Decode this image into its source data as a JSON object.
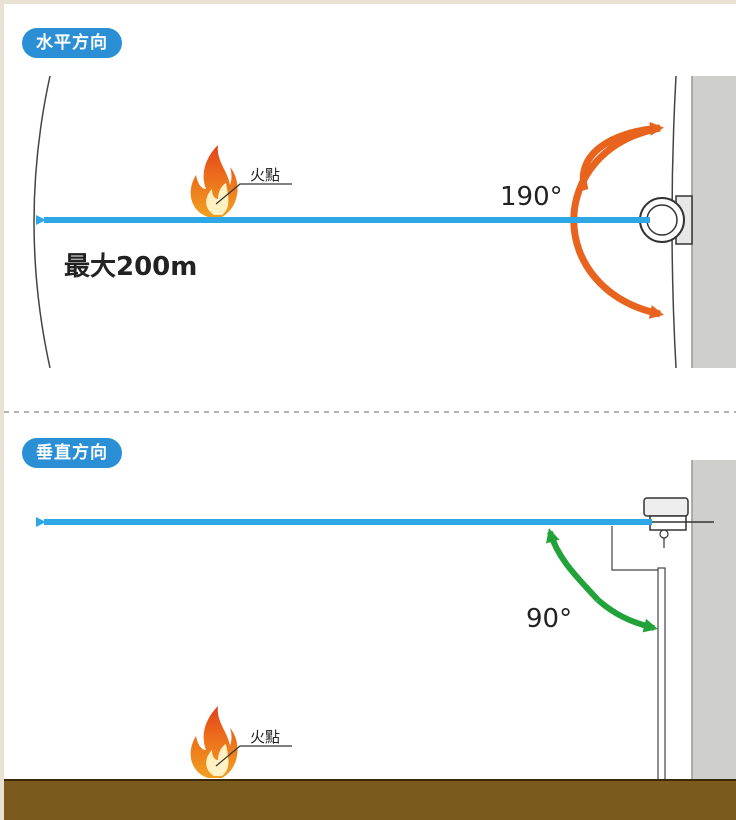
{
  "sections": {
    "horizontal": {
      "title": "水平方向",
      "range_label": "最大200m",
      "angle_label": "190°",
      "fire_label": "火點"
    },
    "vertical": {
      "title": "垂直方向",
      "angle_label": "90°",
      "fire_label": "火點"
    }
  },
  "colors": {
    "beam": "#2ea7e6",
    "horizontal_arc": "#e8641e",
    "vertical_arc": "#21a33a",
    "wall": "#cfcfcd",
    "ground": "#7a5a1d",
    "tag": "#2b8fd6"
  },
  "icons": [
    "flame-icon",
    "fire-monitor-icon"
  ]
}
